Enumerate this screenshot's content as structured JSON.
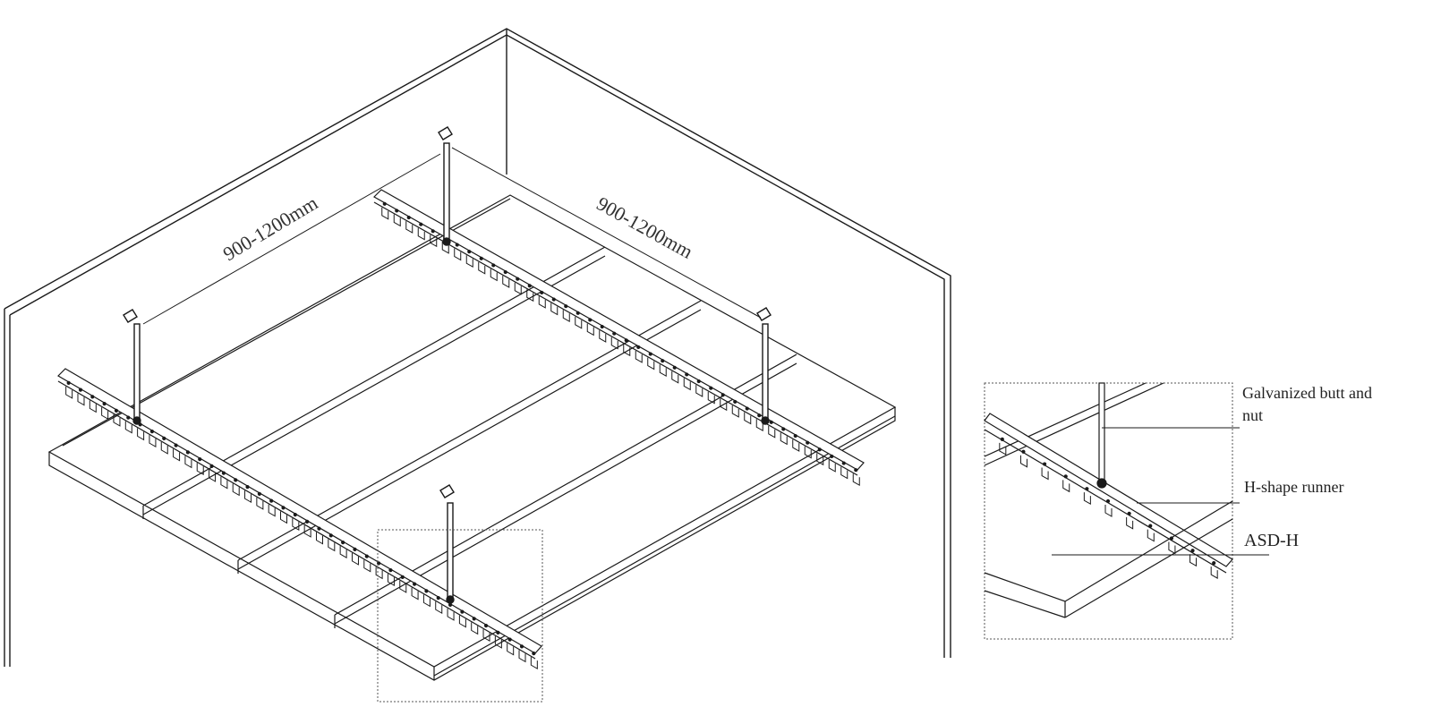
{
  "dimension_left": "900-1200mm",
  "dimension_right": "900-1200mm",
  "callouts": {
    "butt_nut_line1": "Galvanized butt and",
    "butt_nut_line2": "nut",
    "runner": "H-shape runner",
    "panel": "ASD-H"
  },
  "colors": {
    "line": "#1a1a1a",
    "background": "#ffffff"
  }
}
